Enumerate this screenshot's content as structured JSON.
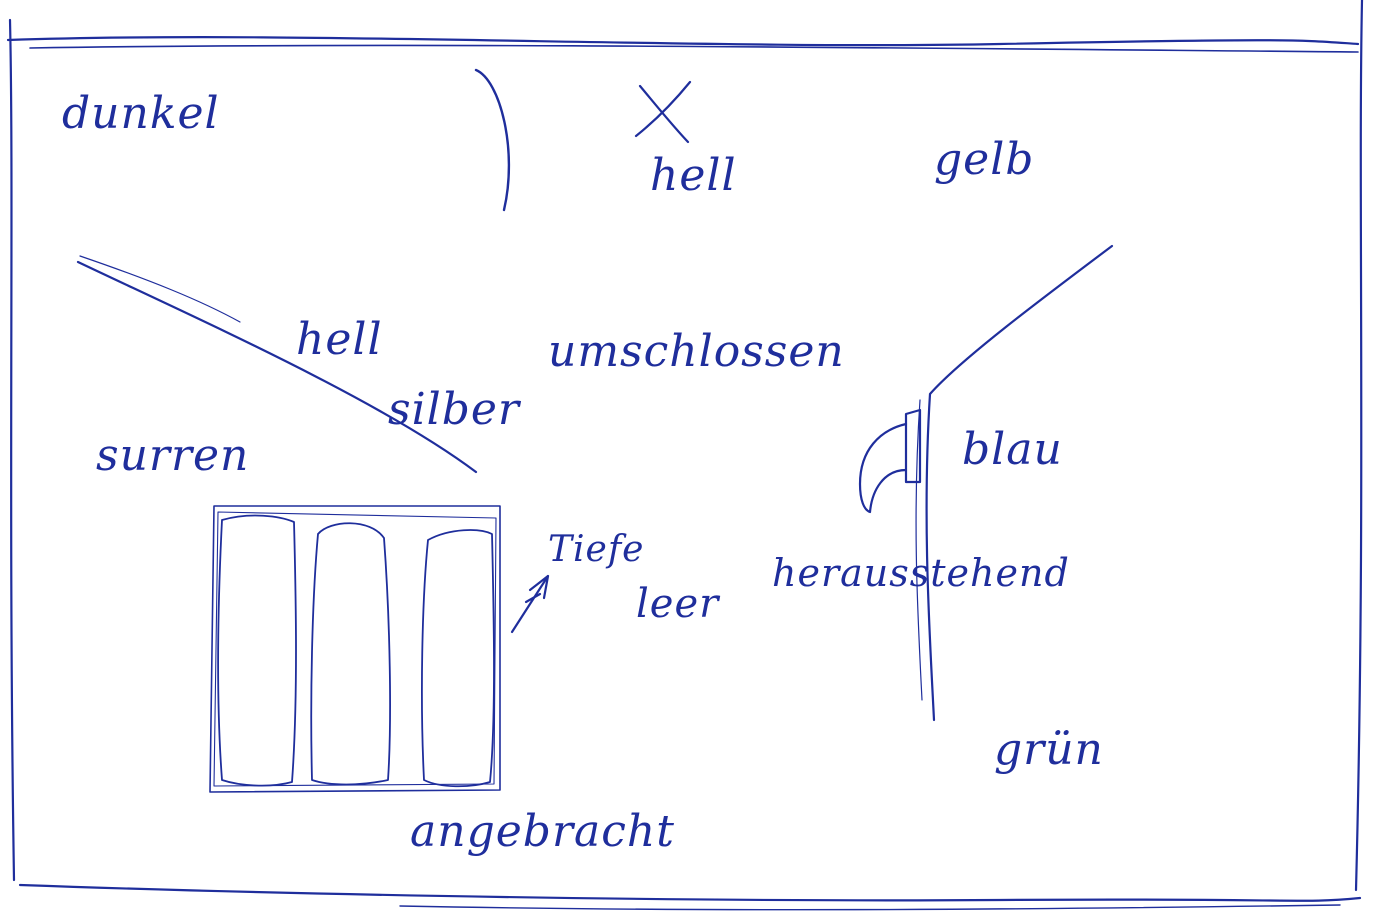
{
  "ink_color": "#1f2e9c",
  "paper_color": "#ffffff",
  "labels": {
    "dunkel": "dunkel",
    "hell_top": "hell",
    "gelb": "gelb",
    "hell_mid": "hell",
    "umschlossen": "umschlossen",
    "silber": "silber",
    "surren": "surren",
    "blau": "blau",
    "tiefe": "Tiefe",
    "leer": "leer",
    "herausstehend": "herausstehend",
    "gruen": "grün",
    "angebracht": "angebracht"
  }
}
